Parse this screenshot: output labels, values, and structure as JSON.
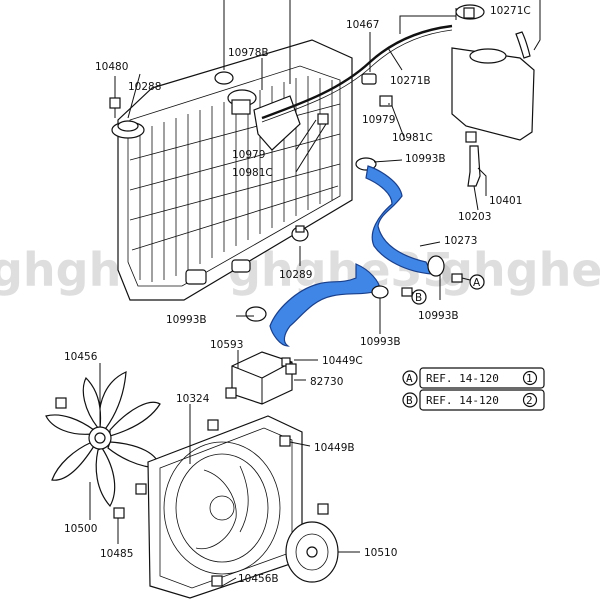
{
  "watermark": "ghghe35",
  "parts": {
    "p10480": "10480",
    "p10288": "10288",
    "p10978B": "10978B",
    "p10467": "10467",
    "p10271C": "10271C",
    "p10271B": "10271B",
    "p10979a": "10979",
    "p10981Ca": "10981C",
    "p10979b": "10979",
    "p10981Cb": "10981C",
    "p10993Ba": "10993B",
    "p10401": "10401",
    "p10203": "10203",
    "p10273": "10273",
    "p10289": "10289",
    "p10993Bb": "10993B",
    "p10993Bc": "10993B",
    "p10993Bd": "10993B",
    "p10456": "10456",
    "p10593": "10593",
    "p10449C": "10449C",
    "p82730": "82730",
    "p10324": "10324",
    "p10449B": "10449B",
    "p10500": "10500",
    "p10485": "10485",
    "p10510": "10510",
    "p10456B": "10456B"
  },
  "markers": {
    "a": "A",
    "b": "B"
  },
  "refs": {
    "a_letter": "A",
    "a_text": "REF. 14-120",
    "a_num": "1",
    "b_letter": "B",
    "b_text": "REF. 14-120",
    "b_num": "2"
  }
}
